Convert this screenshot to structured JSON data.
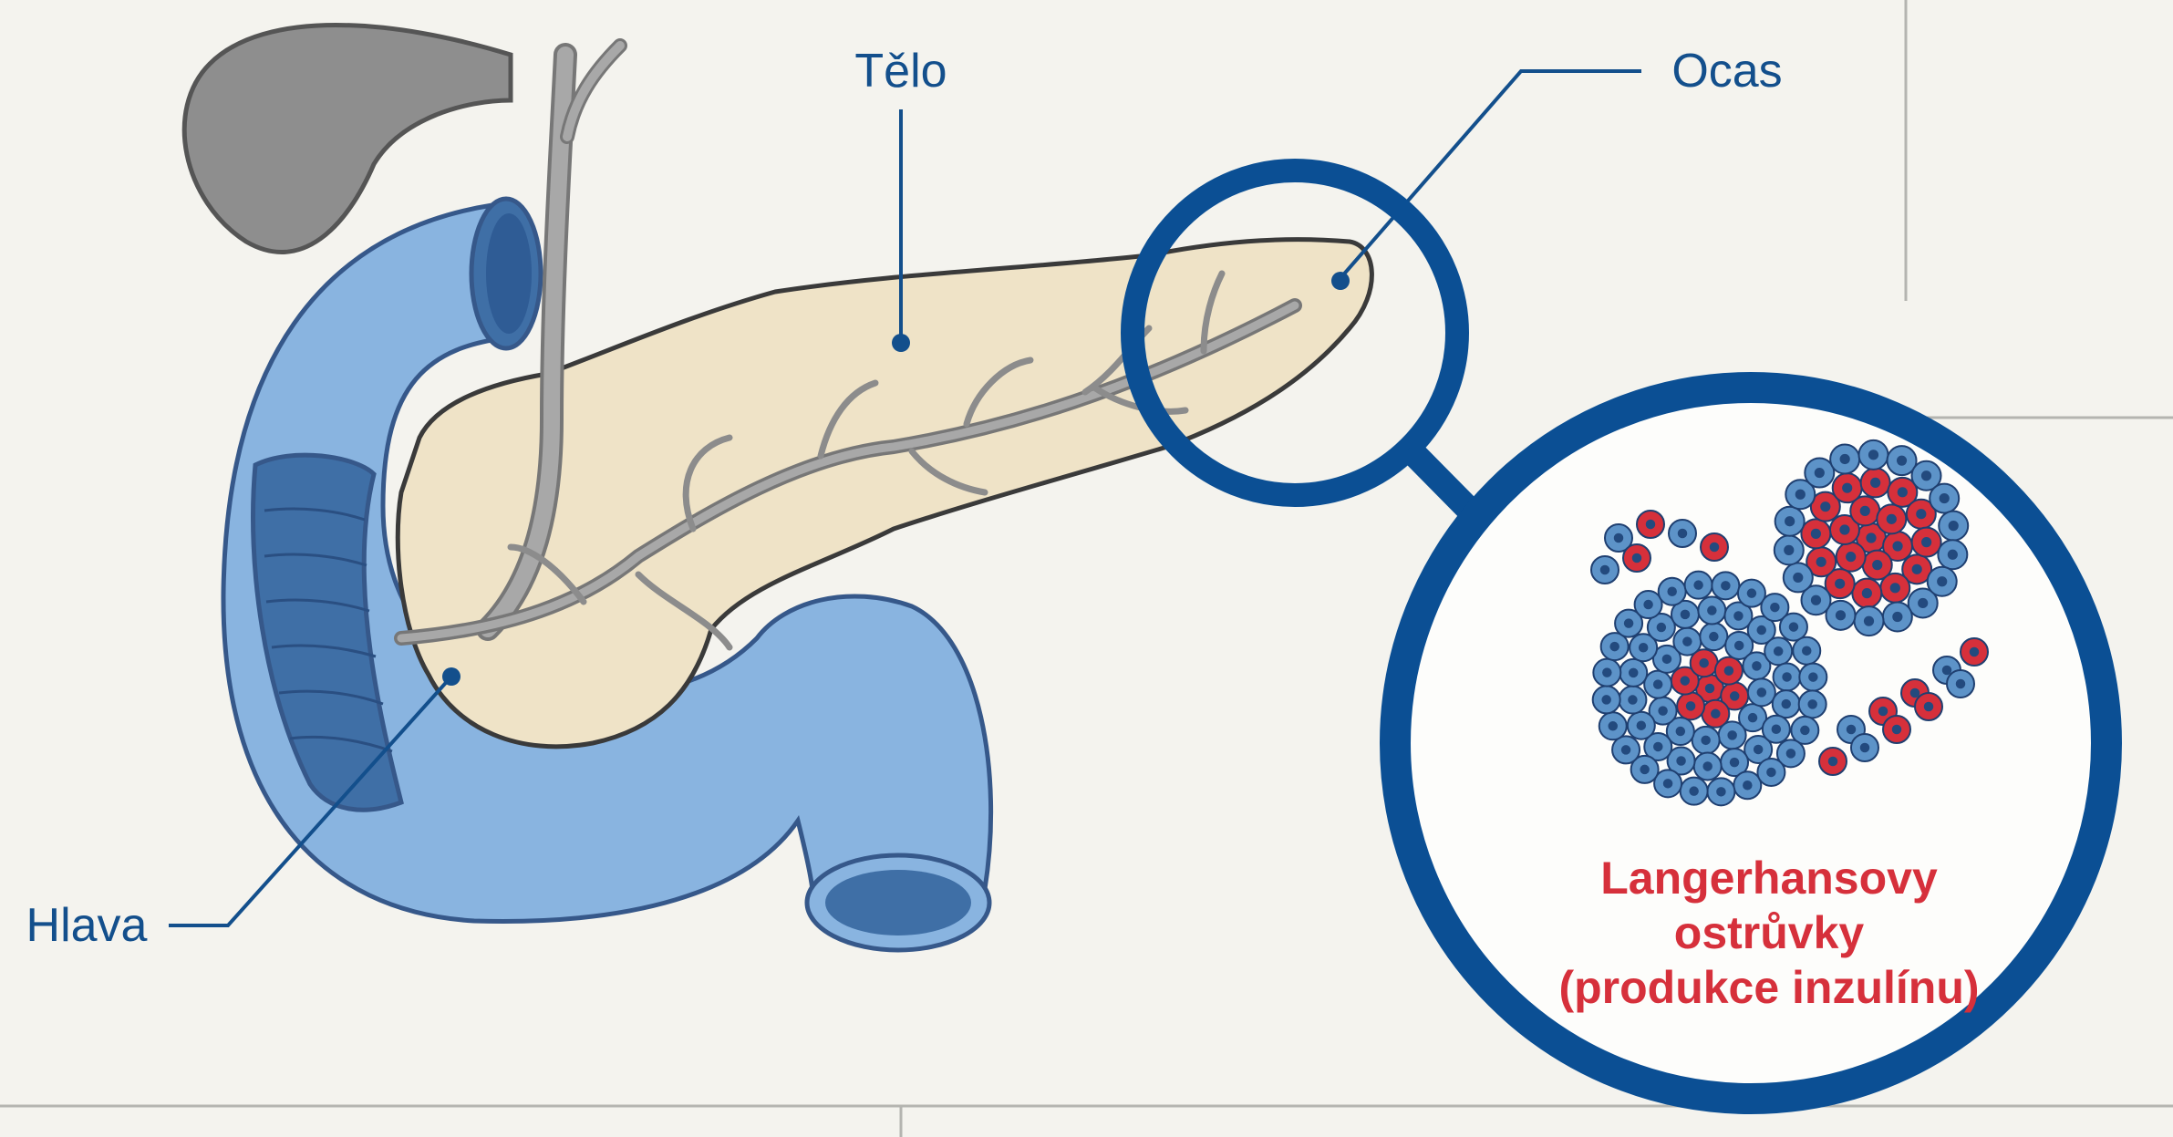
{
  "labels": {
    "body": "Tělo",
    "tail": "Ocas",
    "head": "Hlava",
    "islets_line1": "Langerhansovy",
    "islets_line2": "ostrůvky",
    "islets_line3": "(produkce inzulínu)"
  },
  "colors": {
    "background": "#f4f3ee",
    "duodenum": "#89b4e0",
    "duodenum_dark": "#3f6fa6",
    "pancreas": "#efe3c7",
    "duct": "#9a9a9a",
    "gallbladder": "#8e8e8e",
    "label_blue": "#134f8c",
    "magnifier_ring": "#0b4f94",
    "islet_alpha": "#d6303b",
    "islet_beta": "#5d93c8"
  }
}
